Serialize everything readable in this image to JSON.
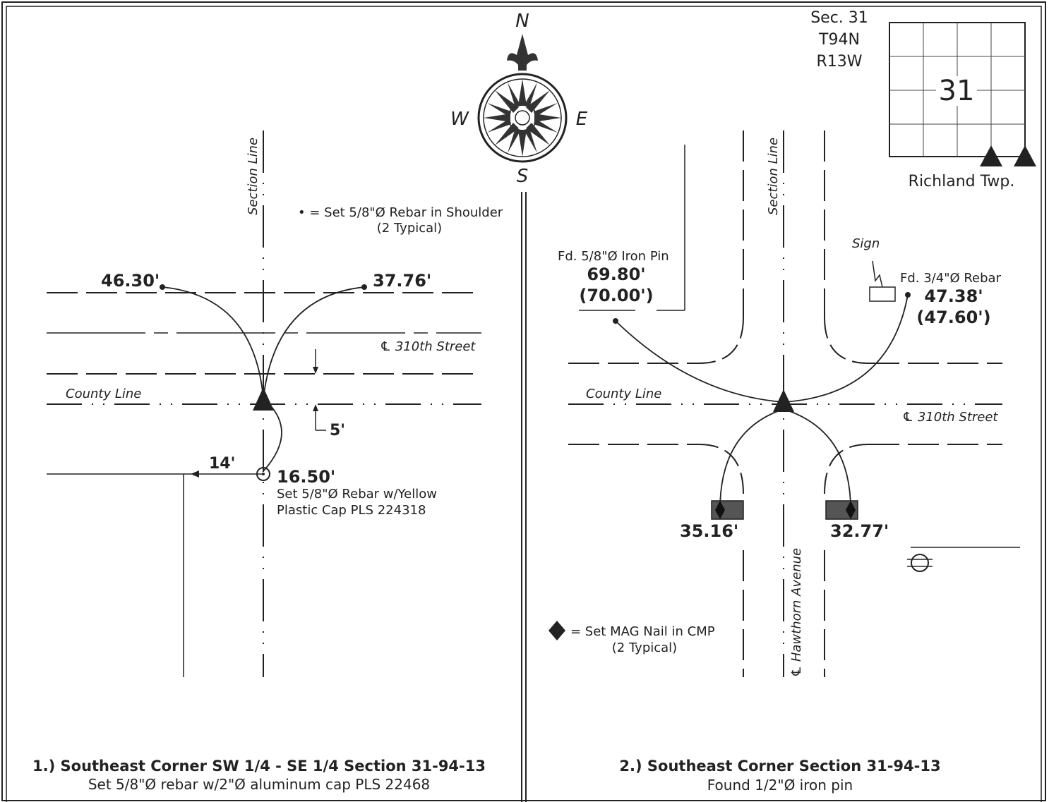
{
  "header": {
    "section": "Sec. 31",
    "township": "T94N",
    "range": "R13W",
    "section_number": "31",
    "township_name": "Richland Twp."
  },
  "compass": {
    "n": "N",
    "s": "S",
    "e": "E",
    "w": "W"
  },
  "left": {
    "section_line": "Section Line",
    "legend_line1": "• = Set 5/8\"Ø Rebar in Shoulder",
    "legend_line2": "(2 Typical)",
    "tie_left": "46.30'",
    "tie_right": "37.76'",
    "street": "℄ 310th Street",
    "county_line": "County Line",
    "offset_5": "5'",
    "offset_14": "14'",
    "tie_bottom": "16.50'",
    "rebar_note1": "Set 5/8\"Ø Rebar w/Yellow",
    "rebar_note2": "Plastic Cap PLS 224318",
    "caption_title": "1.) Southeast Corner SW 1/4 - SE 1/4 Section 31-94-13",
    "caption_sub": "Set 5/8\"Ø rebar w/2\"Ø aluminum cap PLS 22468"
  },
  "right": {
    "section_line": "Section Line",
    "iron_pin": "Fd. 5/8\"Ø Iron Pin",
    "iron_pin_dist": "69.80'",
    "iron_pin_record": "(70.00')",
    "sign": "Sign",
    "rebar": "Fd. 3/4\"Ø Rebar",
    "rebar_dist": "47.38'",
    "rebar_record": "(47.60')",
    "county_line": "County Line",
    "street": "℄ 310th Street",
    "tie_left": "35.16'",
    "tie_right": "32.77'",
    "avenue": "℄ Hawthorn Avenue",
    "legend_line1": "= Set MAG Nail in CMP",
    "legend_line2": "(2 Typical)",
    "caption_title": "2.) Southeast Corner Section 31-94-13",
    "caption_sub": "Found 1/2\"Ø iron pin"
  }
}
